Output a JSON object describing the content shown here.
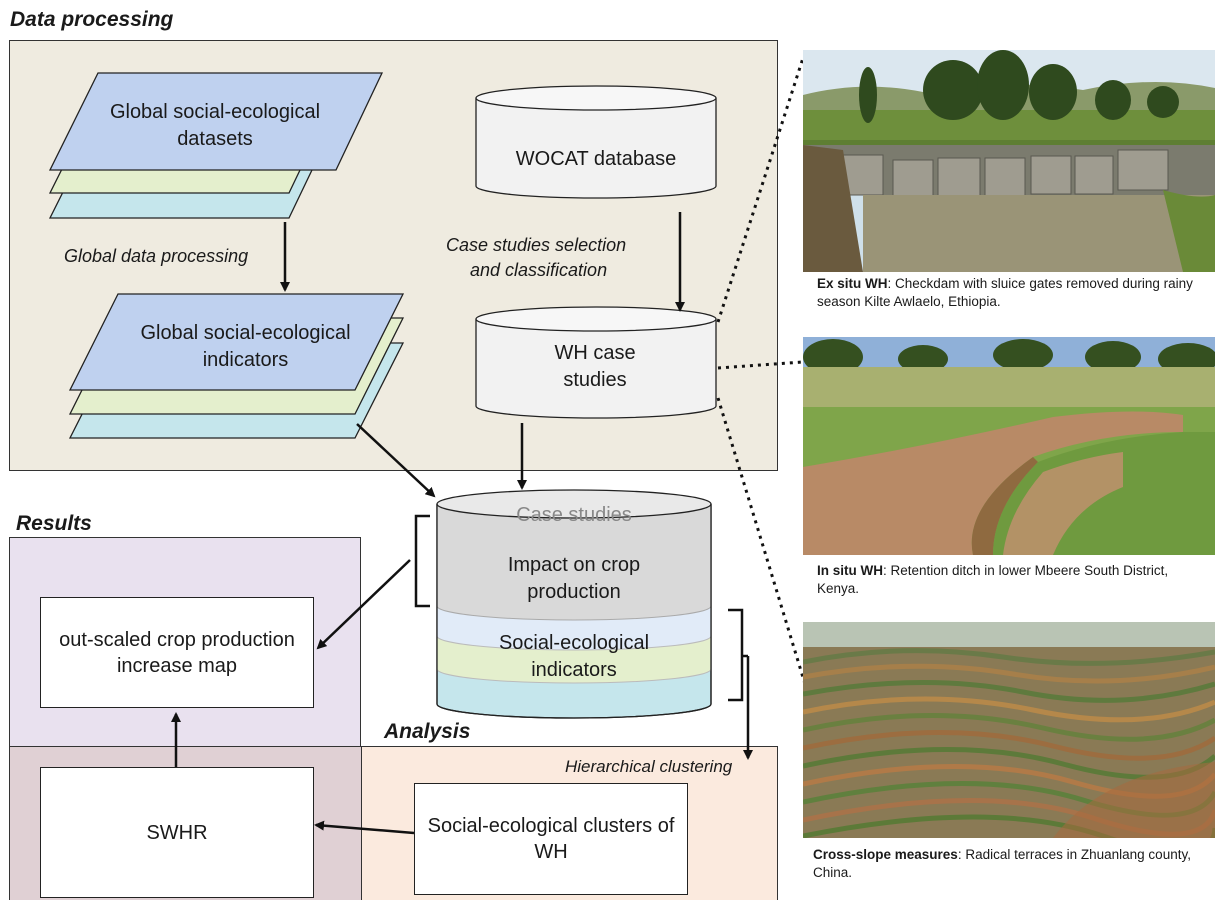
{
  "sections": {
    "data_processing": "Data processing",
    "results": "Results",
    "analysis": "Analysis"
  },
  "nodes": {
    "global_datasets": "Global social-ecological datasets",
    "global_data_processing": "Global data processing",
    "global_indicators": "Global social-ecological indicators",
    "wocat_database": "WOCAT database",
    "case_selection_line1": "Case studies selection",
    "case_selection_line2": "and classification",
    "wh_case_studies": "WH case studies",
    "cyl_case_studies": "Case studies",
    "cyl_impact": "Impact on crop production",
    "cyl_indicators": "Social-ecological indicators",
    "out_scaled_map": "out-scaled crop production increase map",
    "hierarchical_clustering": "Hierarchical clustering",
    "swhr": "SWHR",
    "clusters": "Social-ecological clusters of WH"
  },
  "photos": [
    {
      "bold": "Ex situ WH",
      "text": ": Checkdam with sluice gates removed during rainy season Kilte Awlaelo, Ethiopia."
    },
    {
      "bold": "In situ WH",
      "text": ": Retention ditch in lower Mbeere South District, Kenya."
    },
    {
      "bold": "Cross-slope measures",
      "text": ": Radical terraces in Zhuanlang county, China."
    }
  ],
  "colors": {
    "data_processing_bg": "#efebe0",
    "results_bg": "#e9e1ef",
    "analysis_bg": "#fbeade",
    "overlap_bg": "#e0d0d4",
    "layer_blue": "#bfd1ef",
    "layer_green": "#e4efcd",
    "layer_cyan": "#c5e6ec",
    "cyl_gray": "#d9d9d9"
  }
}
